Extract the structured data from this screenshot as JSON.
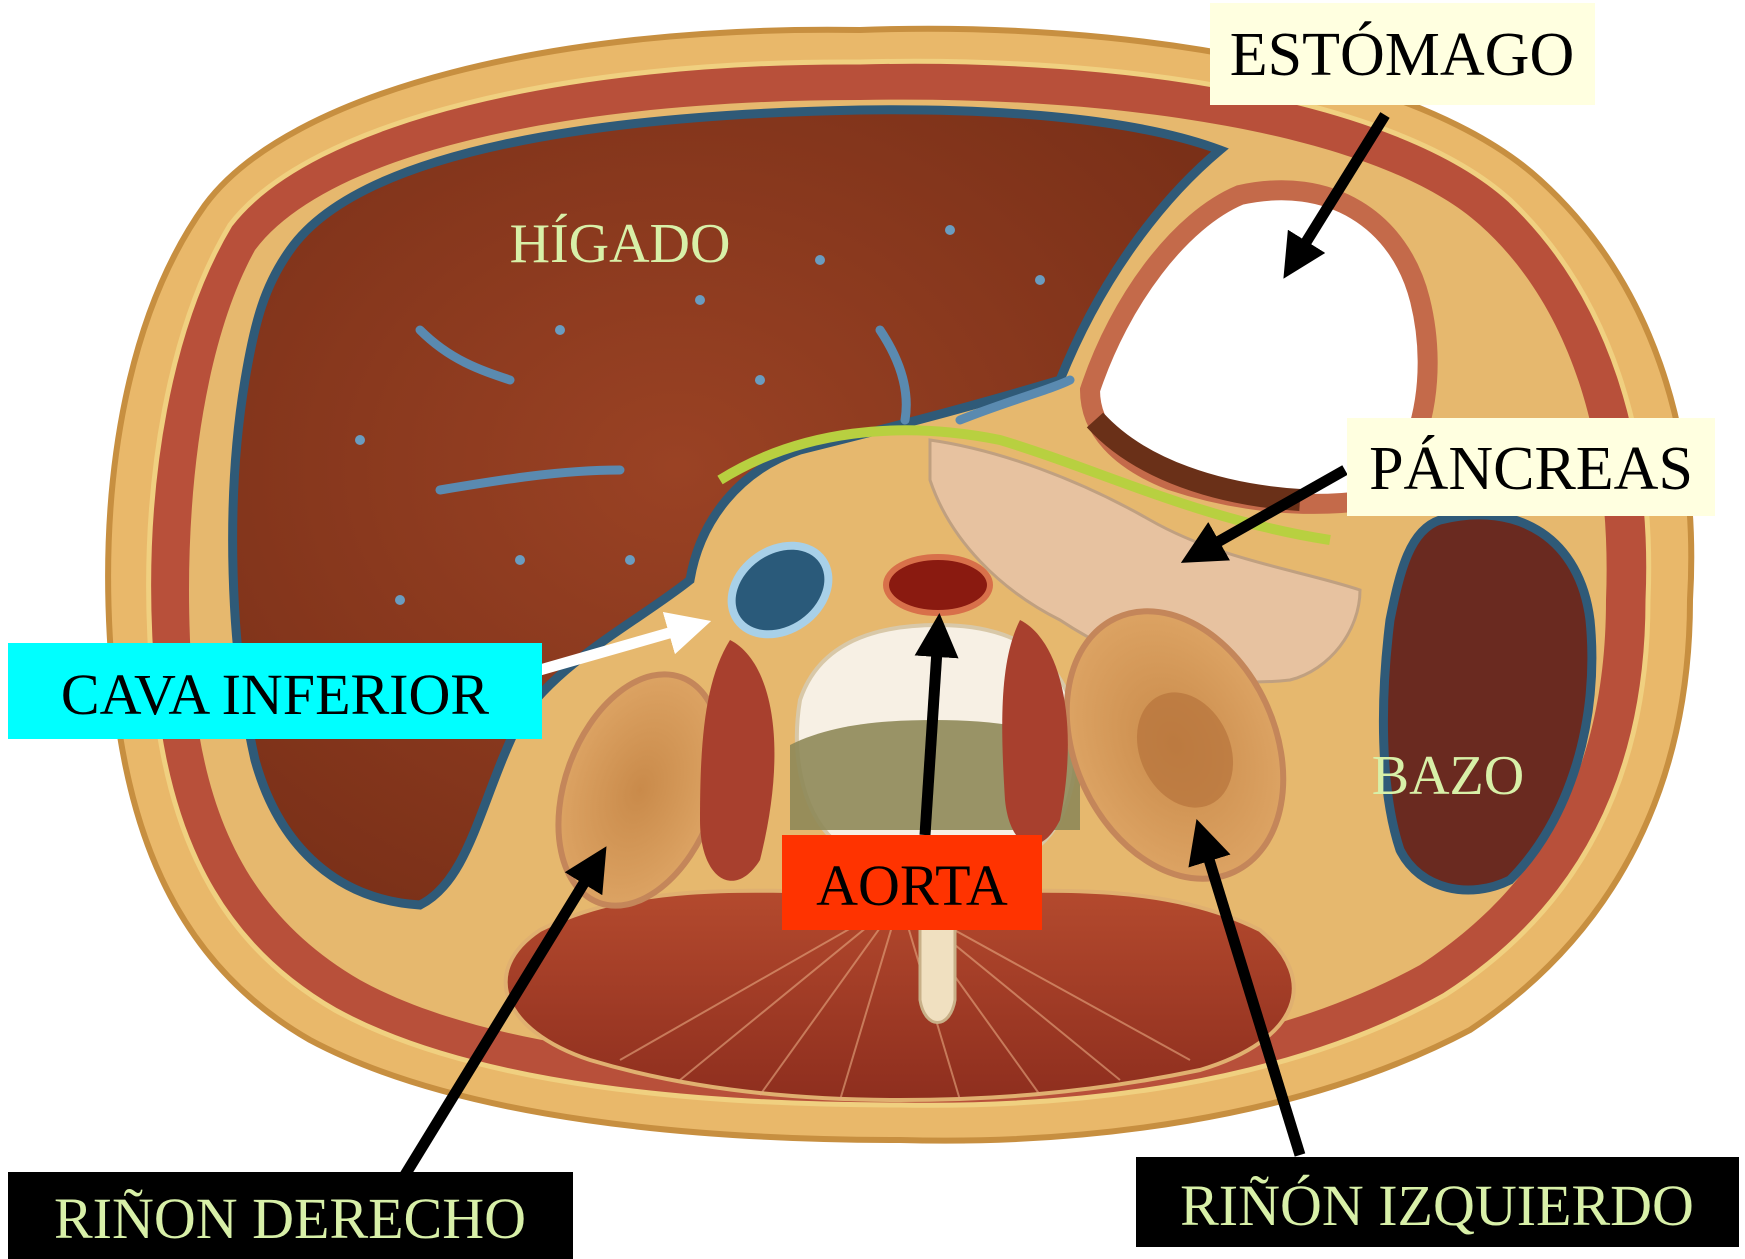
{
  "labels": {
    "estomago": "ESTÓMAGO",
    "higado": "HÍGADO",
    "pancreas": "PÁNCREAS",
    "cava": "CAVA INFERIOR",
    "bazo": "BAZO",
    "aorta": "AORTA",
    "rinon_derecho": "RIÑON DERECHO",
    "rinon_izquierdo": "RIÑÓN IZQUIERDO"
  },
  "colors": {
    "estomago_box": "#ffffe0",
    "pancreas_box": "#ffffe0",
    "cava_box": "#00ffff",
    "aorta_box": "#ff3300",
    "kidney_boxes": "#000000",
    "kidney_text": "#d8f0a8",
    "organ_text": "#d8f0a8",
    "liver": "#8a3a1e",
    "skin": "#e8b060"
  }
}
